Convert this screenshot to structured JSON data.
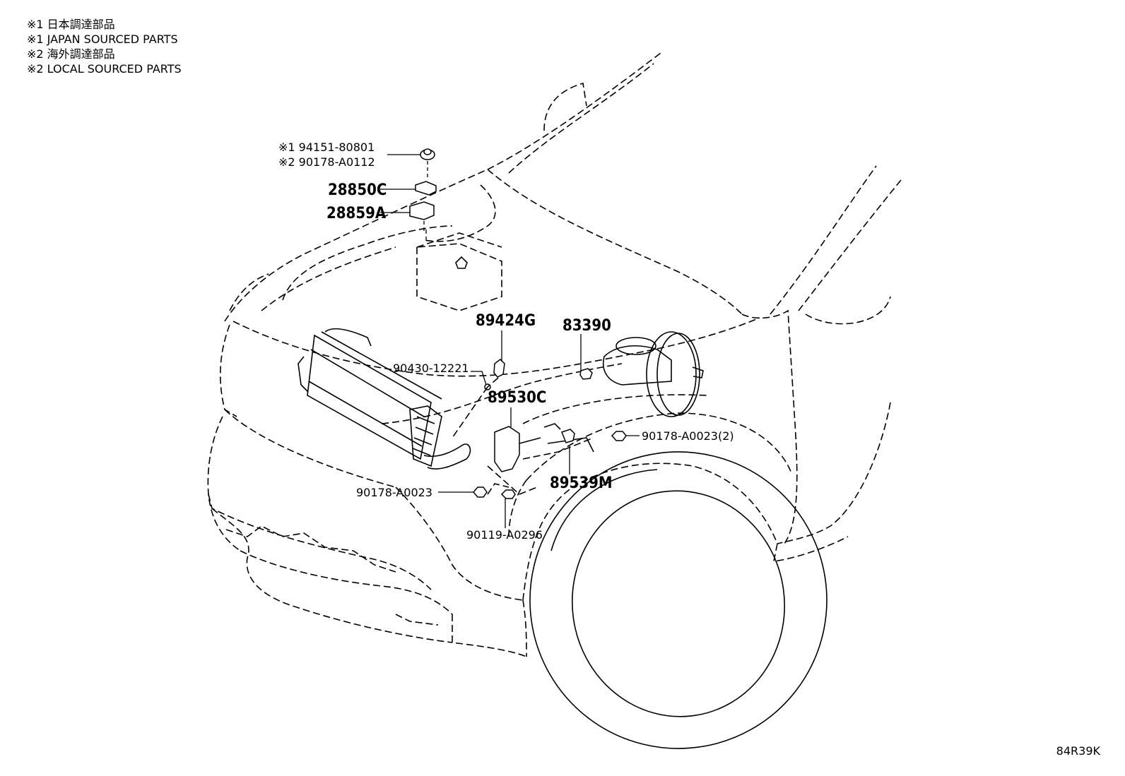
{
  "legend": [
    "※1 日本調達部品",
    "※1 JAPAN SOURCED PARTS",
    "※2 海外調達部品",
    "※2 LOCAL SOURCED PARTS"
  ],
  "diagram_code": "84R39K",
  "parts": {
    "p_94151": "※1 94151-80801",
    "p_90178_a0112": "※2 90178-A0112",
    "p_28850c": "28850C",
    "p_28859a": "28859A",
    "p_89424g": "89424G",
    "p_83390": "83390",
    "p_90430": "90430-12221",
    "p_89530c": "89530C",
    "p_90178_a0023_2": "90178-A0023(2)",
    "p_89539m": "89539M",
    "p_90178_a0023": "90178-A0023",
    "p_90119": "90119-A0296"
  }
}
